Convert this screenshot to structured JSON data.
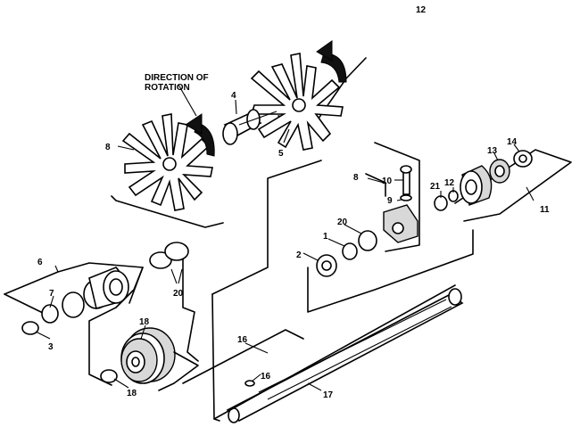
{
  "page_number": "12",
  "direction_label": {
    "line1": "DIRECTION OF",
    "line2": "ROTATION"
  },
  "callouts": {
    "c1": "1",
    "c2": "2",
    "c3": "3",
    "c4": "4",
    "c5": "5",
    "c6": "6",
    "c7": "7",
    "c8a": "8",
    "c8b": "8",
    "c9": "9",
    "c10": "10",
    "c11": "11",
    "c12": "12",
    "c13": "13",
    "c14": "14",
    "c16a": "16",
    "c16b": "16",
    "c17": "17",
    "c18a": "18",
    "c18b": "18",
    "c20a": "20",
    "c20b": "20",
    "c21": "21"
  }
}
